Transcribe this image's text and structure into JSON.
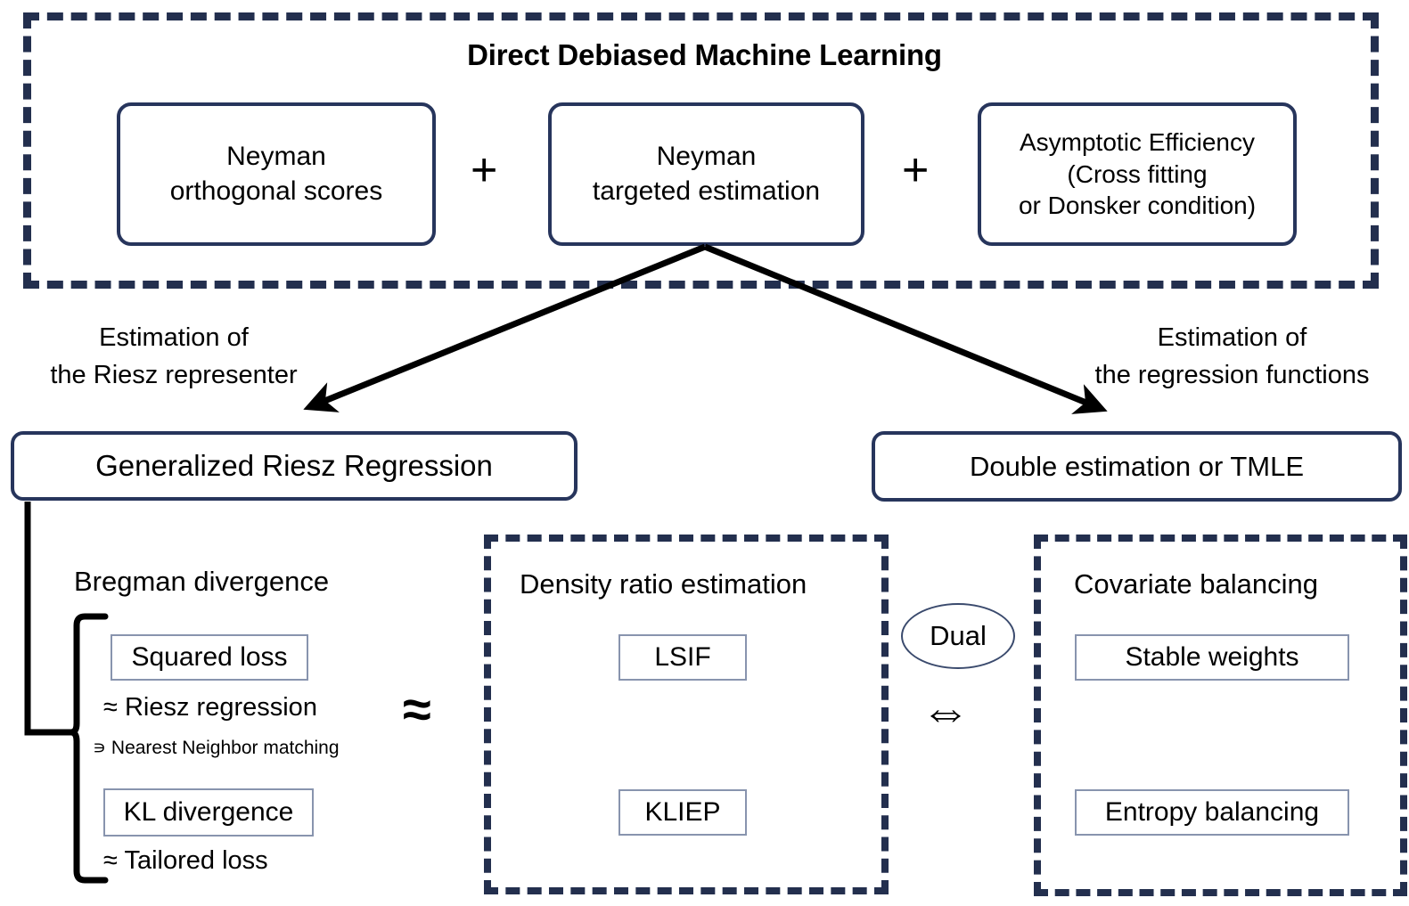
{
  "diagram": {
    "title": "Direct Debiased Machine Learning",
    "top_row": {
      "box1": "Neyman\northogonal scores",
      "plus1": "+",
      "box2": "Neyman\ntargeted estimation",
      "plus2": "+",
      "box3": "Asymptotic Efficiency\n(Cross fitting\nor Donsker condition)"
    },
    "branch_labels": {
      "left": "Estimation of\nthe  Riesz representer",
      "right": "Estimation of\nthe regression functions"
    },
    "second_row": {
      "left_box": "Generalized  Riesz Regression",
      "right_box": "Double estimation or TMLE"
    },
    "bregman": {
      "heading": "Bregman divergence",
      "squared_loss": "Squared loss",
      "squared_loss_note": "≈ Riesz regression",
      "nn_matching": "∍ Nearest Neighbor matching",
      "kl_divergence": "KL divergence",
      "kl_note": "≈ Tailored loss"
    },
    "density": {
      "heading": "Density ratio estimation",
      "items": [
        "LSIF",
        "KLIEP"
      ]
    },
    "covariate": {
      "heading": "Covariate balancing",
      "items": [
        "Stable weights",
        "Entropy balancing"
      ]
    },
    "relations": {
      "approx_symbol": "≈",
      "dual_label": "Dual",
      "dual_symbol": "⇔"
    },
    "colors": {
      "navy_dash": "#232f4e",
      "navy_border": "#27355c",
      "thin_border": "#8894ae",
      "arrow": "#000000",
      "background": "#ffffff"
    }
  }
}
